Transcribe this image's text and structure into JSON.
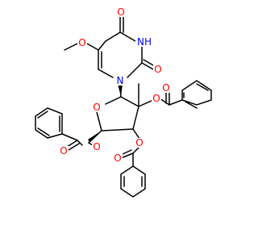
{
  "labels": {
    "o_uracil_c4": "O",
    "nh": "NH",
    "o_uracil_c2": "O",
    "n1": "N",
    "o_methoxy": "O",
    "o_ring": "O",
    "o_ester_c2": "O",
    "o_carbonyl_c2": "O",
    "o_ester_c3": "O",
    "o_carbonyl_c3": "O",
    "o_ester_c5": "O",
    "o_carbonyl_c5": "O"
  },
  "colors": {
    "oxygen": "#ff0000",
    "nitrogen": "#0000ff",
    "bond": "#000000",
    "background": "#ffffff"
  }
}
